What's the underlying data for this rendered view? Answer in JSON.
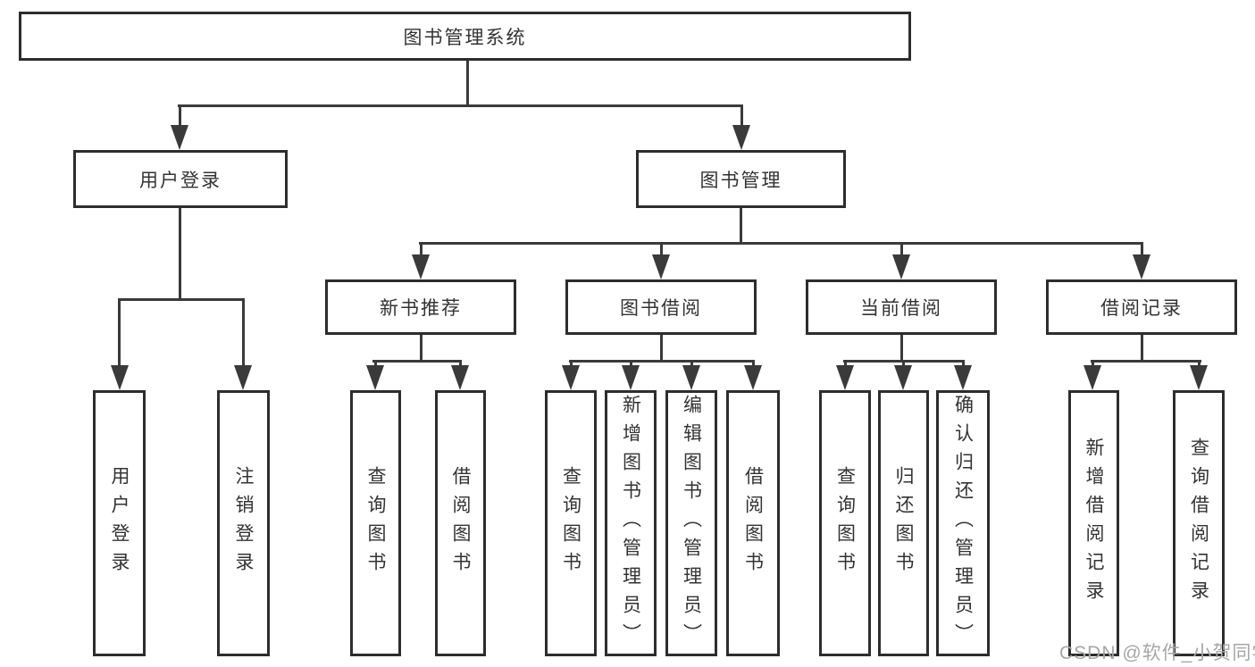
{
  "tree": {
    "root": {
      "label": "图书管理系统"
    },
    "branches": [
      {
        "label": "用户登录",
        "children": [
          {
            "label": "用户登录"
          },
          {
            "label": "注销登录"
          }
        ]
      },
      {
        "label": "图书管理",
        "children": [
          {
            "label": "新书推荐",
            "children": [
              {
                "label": "查询图书"
              },
              {
                "label": "借阅图书"
              }
            ]
          },
          {
            "label": "图书借阅",
            "children": [
              {
                "label": "查询图书"
              },
              {
                "label": "新增图书（管理员）"
              },
              {
                "label": "编辑图书（管理员）"
              },
              {
                "label": "借阅图书"
              }
            ]
          },
          {
            "label": "当前借阅",
            "children": [
              {
                "label": "查询图书"
              },
              {
                "label": "归还图书"
              },
              {
                "label": "确认归还（管理员）"
              }
            ]
          },
          {
            "label": "借阅记录",
            "children": [
              {
                "label": "新增借阅记录"
              },
              {
                "label": "查询借阅记录"
              }
            ]
          }
        ]
      }
    ]
  },
  "watermark": "CSDN @软件_小贺同学",
  "colors": {
    "line": "#3a3a3a",
    "box_border": "#2d2d2d",
    "text": "#333333",
    "watermark": "#a6a6a6",
    "background": "#ffffff"
  }
}
